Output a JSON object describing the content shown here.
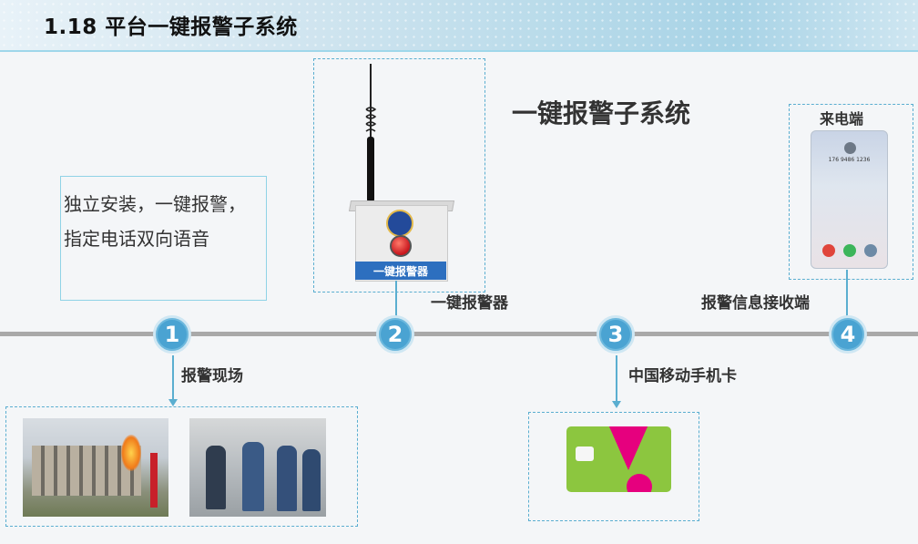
{
  "header": {
    "title": "1.18 平台一键报警子系统"
  },
  "main": {
    "subtitle": "一键报警子系统",
    "description": "独立安装，一键报警，指定电话双向语音",
    "device_plate": "一键报警器",
    "phone_header": "来电端",
    "phone_number": "176 9486 1236"
  },
  "steps": [
    {
      "number": "1",
      "label": "报警现场"
    },
    {
      "number": "2",
      "label": "一键报警器"
    },
    {
      "number": "3",
      "label": "中国移动手机卡"
    },
    {
      "number": "4",
      "label": "报警信息接收端"
    }
  ],
  "colors": {
    "node": "#4aa3d2",
    "dashed": "#5aaed0",
    "timeline": "#a9a9a9"
  }
}
